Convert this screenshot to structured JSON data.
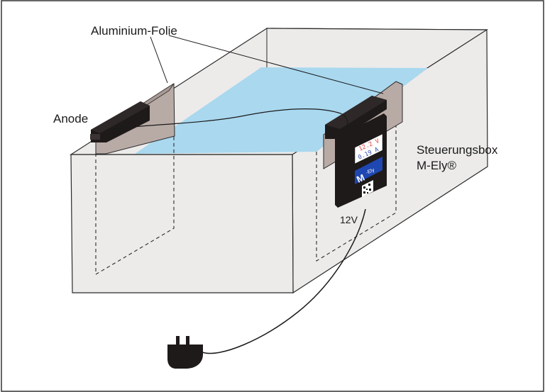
{
  "labels": {
    "aluminium_foil": "Aluminium-Folie",
    "anode": "Anode",
    "control_box_line1": "Steuerungsbox",
    "control_box_line2": "M-Ely®",
    "voltage_12v": "12V"
  },
  "device": {
    "display_voltage": "12.2 V",
    "display_current": "0.19 A",
    "logo_main": "M",
    "logo_sub": "-Ely"
  },
  "colors": {
    "water": "#a9d8ef",
    "tank_wall": "#ecebea",
    "electrode_plate": "#b8aba6",
    "clip": "#1e1a1a",
    "display_voltage": "#e53935",
    "display_current": "#3a4fb0",
    "logo_bg": "#1f47b2",
    "border": "#333333"
  }
}
